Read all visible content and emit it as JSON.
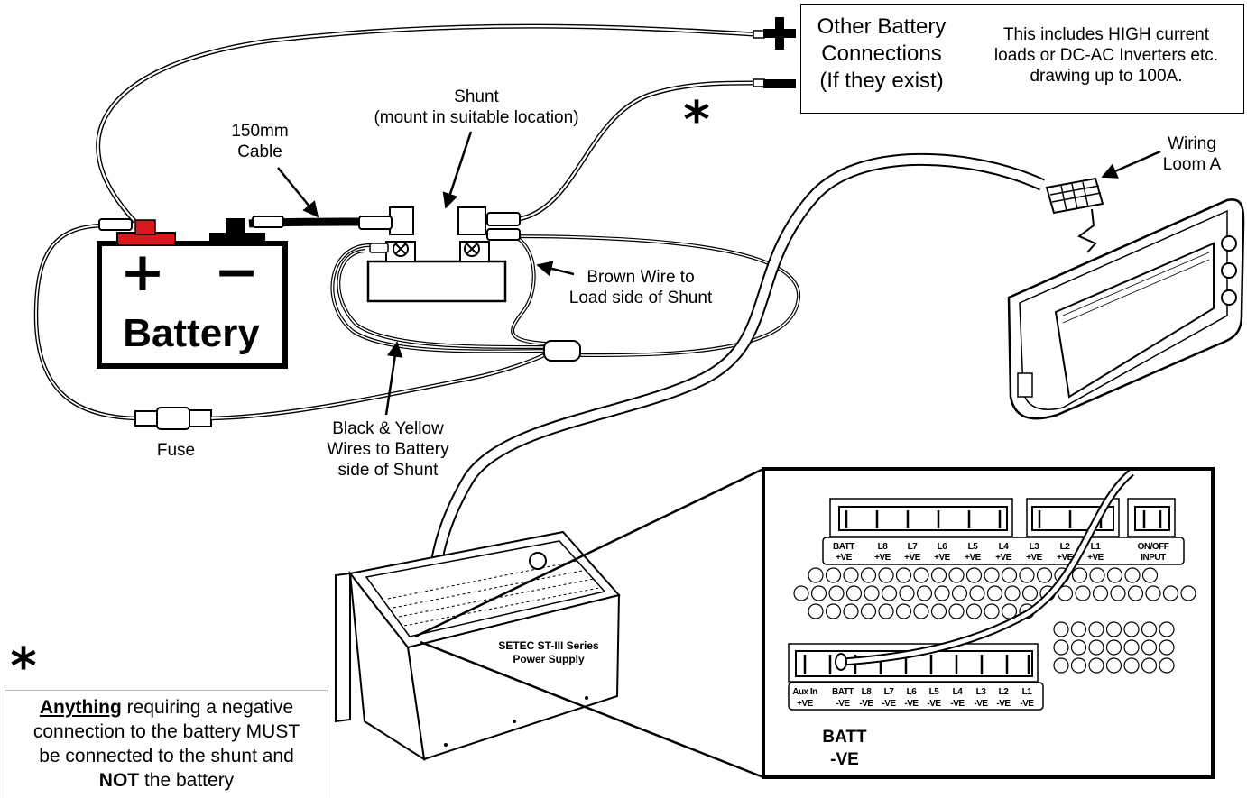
{
  "other_connections": {
    "title_lines": [
      "Other Battery",
      "Connections",
      "(If they exist)"
    ],
    "note_lines": [
      "This includes HIGH current",
      "loads or DC-AC Inverters etc.",
      "drawing up to 100A."
    ],
    "plus_symbol": "+",
    "minus_symbol": "−"
  },
  "shunt_label_lines": [
    "Shunt",
    "(mount in suitable location)"
  ],
  "cable_label_lines": [
    "150mm",
    "Cable"
  ],
  "battery": {
    "label": "Battery",
    "plus": "+",
    "minus": "−"
  },
  "fuse_label": "Fuse",
  "brown_wire_label_lines": [
    "Brown Wire to",
    "Load side of Shunt"
  ],
  "black_yellow_label_lines": [
    "Black & Yellow",
    "Wires to Battery",
    "side of Shunt"
  ],
  "wiring_loom_label_lines": [
    "Wiring",
    "Loom A"
  ],
  "asterisk": "*",
  "power_supply_label_lines": [
    "SETEC ST-III Series",
    "Power Supply"
  ],
  "top_terminals": [
    {
      "name": "BATT",
      "sub": "+VE"
    },
    {
      "name": "L8",
      "sub": "+VE"
    },
    {
      "name": "L7",
      "sub": "+VE"
    },
    {
      "name": "L6",
      "sub": "+VE"
    },
    {
      "name": "L5",
      "sub": "+VE"
    },
    {
      "name": "L4",
      "sub": "+VE"
    },
    {
      "name": "L3",
      "sub": "+VE"
    },
    {
      "name": "L2",
      "sub": "+VE"
    },
    {
      "name": "L1",
      "sub": "+VE"
    },
    {
      "name": "ON/OFF",
      "sub": "INPUT"
    }
  ],
  "bottom_terminals": [
    {
      "name": "Aux In",
      "sub": "+VE"
    },
    {
      "name": "BATT",
      "sub": "-VE"
    },
    {
      "name": "L8",
      "sub": "-VE"
    },
    {
      "name": "L7",
      "sub": "-VE"
    },
    {
      "name": "L6",
      "sub": "-VE"
    },
    {
      "name": "L5",
      "sub": "-VE"
    },
    {
      "name": "L4",
      "sub": "-VE"
    },
    {
      "name": "L3",
      "sub": "-VE"
    },
    {
      "name": "L2",
      "sub": "-VE"
    },
    {
      "name": "L1",
      "sub": "-VE"
    }
  ],
  "batt_ve_label_lines": [
    "BATT",
    "-VE"
  ],
  "warning_note": {
    "line1_bold": "Anything",
    "line1_rest": " requiring a negative",
    "line2": "connection to the battery MUST",
    "line3": "be connected to the shunt and",
    "line4_bold": "NOT",
    "line4_rest": " the battery"
  }
}
